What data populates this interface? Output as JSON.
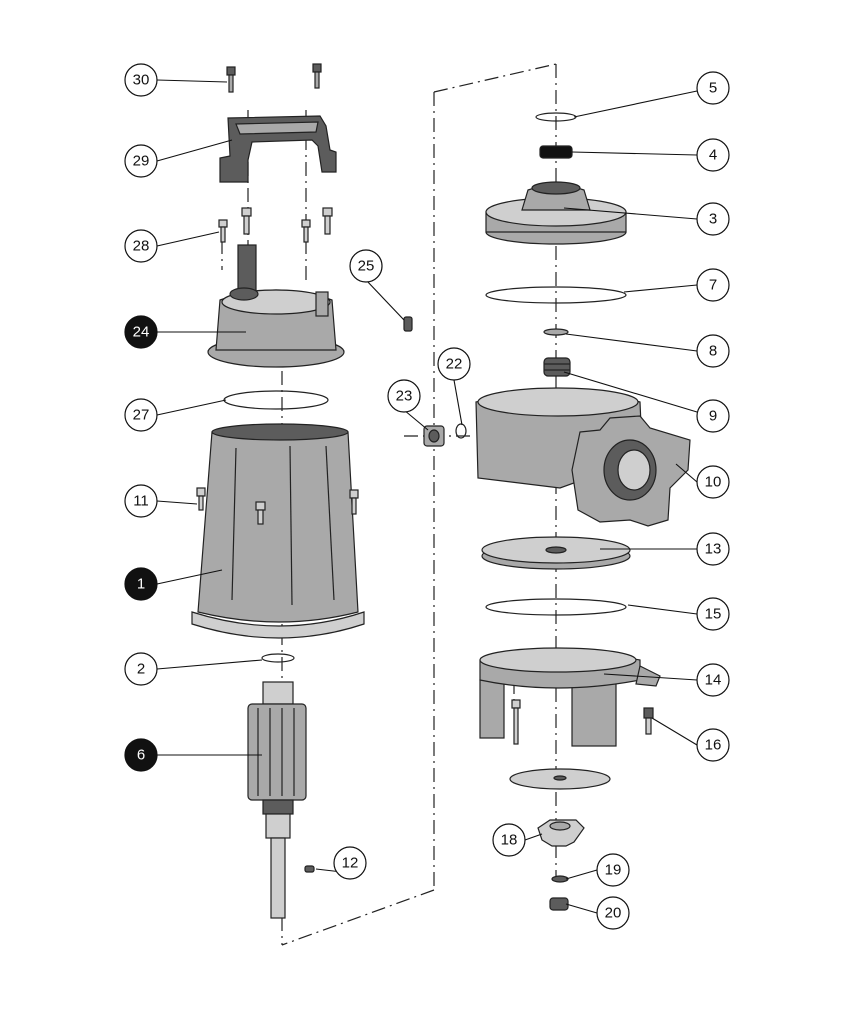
{
  "callouts": [
    {
      "id": "c30",
      "label": "30",
      "style": "white"
    },
    {
      "id": "c29",
      "label": "29",
      "style": "white"
    },
    {
      "id": "c28",
      "label": "28",
      "style": "white"
    },
    {
      "id": "c24",
      "label": "24",
      "style": "black"
    },
    {
      "id": "c25",
      "label": "25",
      "style": "white"
    },
    {
      "id": "c27",
      "label": "27",
      "style": "white"
    },
    {
      "id": "c11",
      "label": "11",
      "style": "white"
    },
    {
      "id": "c1",
      "label": "1",
      "style": "black"
    },
    {
      "id": "c2",
      "label": "2",
      "style": "white"
    },
    {
      "id": "c6",
      "label": "6",
      "style": "black"
    },
    {
      "id": "c12",
      "label": "12",
      "style": "white"
    },
    {
      "id": "c23",
      "label": "23",
      "style": "white"
    },
    {
      "id": "c22",
      "label": "22",
      "style": "white"
    },
    {
      "id": "c5",
      "label": "5",
      "style": "white"
    },
    {
      "id": "c4",
      "label": "4",
      "style": "white"
    },
    {
      "id": "c3",
      "label": "3",
      "style": "white"
    },
    {
      "id": "c7",
      "label": "7",
      "style": "white"
    },
    {
      "id": "c8",
      "label": "8",
      "style": "white"
    },
    {
      "id": "c9",
      "label": "9",
      "style": "white"
    },
    {
      "id": "c10",
      "label": "10",
      "style": "white"
    },
    {
      "id": "c13",
      "label": "13",
      "style": "white"
    },
    {
      "id": "c15",
      "label": "15",
      "style": "white"
    },
    {
      "id": "c14",
      "label": "14",
      "style": "white"
    },
    {
      "id": "c16",
      "label": "16",
      "style": "white"
    },
    {
      "id": "c18",
      "label": "18",
      "style": "white"
    },
    {
      "id": "c19",
      "label": "19",
      "style": "white"
    },
    {
      "id": "c20",
      "label": "20",
      "style": "white"
    }
  ]
}
